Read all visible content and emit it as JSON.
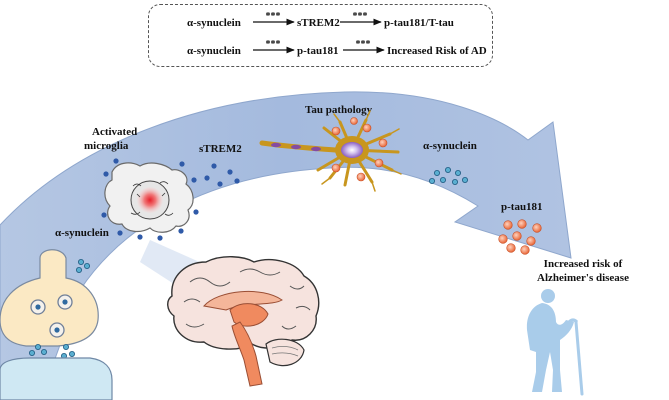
{
  "summary": {
    "row1": {
      "a": "α-synuclein",
      "sig1": "***",
      "b": "sTREM2",
      "sig2": "***",
      "c": "p-tau181/T-tau"
    },
    "row2": {
      "a": "α-synuclein",
      "sig1": "***",
      "b": "p-tau181",
      "sig2": "***",
      "c": "Increased Risk of AD"
    }
  },
  "labels": {
    "activated_1": "Activated",
    "activated_2": "microglia",
    "strem2": "sTREM2",
    "tau_pathology": "Tau pathology",
    "asyn_right": "α-synuclein",
    "ptau181": "p-tau181",
    "asyn_left": "α-synuclein",
    "risk_1": "Increased risk of",
    "risk_2": "Alzheimer's disease"
  },
  "colors": {
    "arc_fill": "#a8bddd",
    "arc_edge": "#8ea6cc",
    "synapse_fill": "#fbe9c4",
    "dot_dark_blue": "#2f5aa8",
    "dot_teal": "#3d8fb0",
    "ptau_orange": "#ef8a5e",
    "neuron_gold": "#c8961e",
    "person": "#a9ccea"
  }
}
